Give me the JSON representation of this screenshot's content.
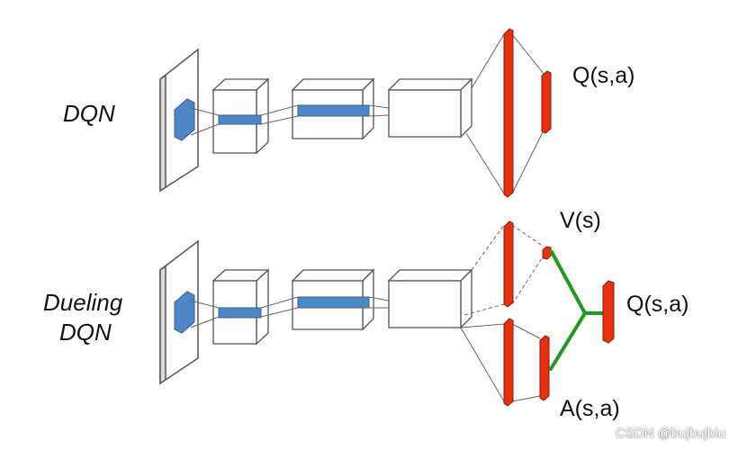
{
  "labels": {
    "dqn": "DQN",
    "dueling_line1": "Dueling",
    "dueling_line2": "DQN",
    "dqn_output": "Q(s,a)",
    "value_output": "V(s)",
    "dueling_output": "Q(s,a)",
    "advantage_output": "A(s,a)"
  },
  "watermark": "CSDN @bujbujbiu",
  "colors": {
    "layer_red": "#e8300f",
    "feature_blue": "#4f86c6",
    "merge_green": "#1f9a1f",
    "outline": "#666666"
  }
}
